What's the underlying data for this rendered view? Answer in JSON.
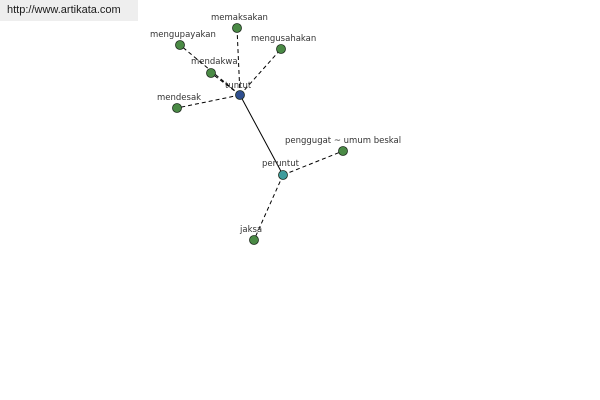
{
  "site": {
    "url_text": "http://www.artikata.com"
  },
  "colors": {
    "root_node": "#2f4f8f",
    "hub_node": "#3e9c9c",
    "leaf_node": "#4a8a45",
    "edge": "#000000"
  },
  "graph": {
    "nodes": [
      {
        "id": "tuntut",
        "label": "tuntut",
        "kind": "root"
      },
      {
        "id": "peruntut",
        "label": "peruntut",
        "kind": "hub"
      },
      {
        "id": "memaksakan",
        "label": "memaksakan",
        "kind": "leaf"
      },
      {
        "id": "mengupayakan",
        "label": "mengupayakan",
        "kind": "leaf"
      },
      {
        "id": "mengusahakan",
        "label": "mengusahakan",
        "kind": "leaf"
      },
      {
        "id": "mendakwa",
        "label": "mendakwa",
        "kind": "leaf"
      },
      {
        "id": "mendesak",
        "label": "mendesak",
        "kind": "leaf"
      },
      {
        "id": "penggugat",
        "label": "penggugat ~ umum beskal",
        "kind": "leaf"
      },
      {
        "id": "jaksa",
        "label": "jaksa",
        "kind": "leaf"
      }
    ],
    "edges": [
      {
        "from": "tuntut",
        "to": "peruntut",
        "style": "solid"
      },
      {
        "from": "tuntut",
        "to": "memaksakan",
        "style": "dashed"
      },
      {
        "from": "tuntut",
        "to": "mengupayakan",
        "style": "dashed"
      },
      {
        "from": "tuntut",
        "to": "mengusahakan",
        "style": "dashed"
      },
      {
        "from": "tuntut",
        "to": "mendakwa",
        "style": "dashed"
      },
      {
        "from": "tuntut",
        "to": "mendesak",
        "style": "dashed"
      },
      {
        "from": "peruntut",
        "to": "penggugat",
        "style": "dashed"
      },
      {
        "from": "peruntut",
        "to": "jaksa",
        "style": "dashed"
      }
    ]
  }
}
